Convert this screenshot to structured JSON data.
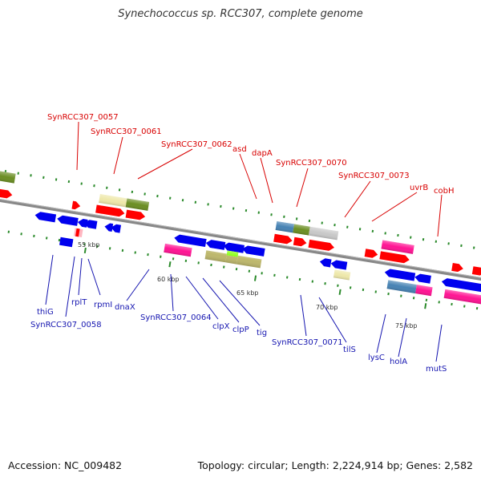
{
  "title": "Synechococcus sp. RCC307, complete genome",
  "footer": {
    "accession": "Accession: NC_009482",
    "topology": "Topology: circular; Length: 2,224,914 bp; Genes: 2,582"
  },
  "scale_labels": [
    "55 kbp",
    "60 kbp",
    "65 kbp",
    "70 kbp",
    "75 kbp"
  ],
  "top_labels": [
    "SynRCC307_0057",
    "SynRCC307_0061",
    "SynRCC307_0062",
    "asd",
    "dapA",
    "SynRCC307_0070",
    "SynRCC307_0073",
    "uvrB",
    "cobH"
  ],
  "bottom_labels": [
    "thiG",
    "SynRCC307_0058",
    "rplT",
    "rpmI",
    "dnaX",
    "SynRCC307_0064",
    "clpX",
    "clpP",
    "tig",
    "SynRCC307_0071",
    "tilS",
    "lysC",
    "holA",
    "mutS"
  ],
  "colors": {
    "forward_gene": "#ff0000",
    "reverse_gene": "#0000ee",
    "backbone": "#888888",
    "label_forward": "#d80000",
    "label_reverse": "#1515b0",
    "tick": "#2a8a2a",
    "feature_khaki": "#bdb76b",
    "feature_pink": "#ff1493",
    "feature_olive": "#6b8e23",
    "feature_steelblue": "#4682b4",
    "feature_pale": "#eee8aa",
    "feature_lightgray": "#c8c8c8",
    "feature_lightpink": "#ffb6c1"
  }
}
